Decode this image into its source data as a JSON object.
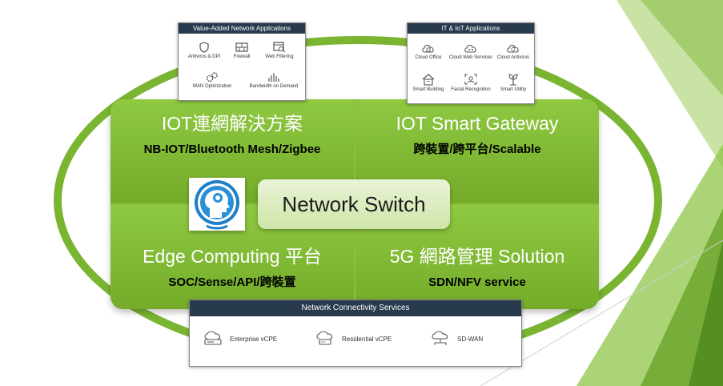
{
  "quadrants": {
    "top_left": {
      "title": "IOT連網解決方案",
      "subtitle": "NB-IOT/Bluetooth Mesh/Zigbee"
    },
    "top_right": {
      "title": "IOT Smart Gateway",
      "subtitle": "跨裝置/跨平台/Scalable"
    },
    "bottom_left": {
      "title": "Edge Computing 平台",
      "subtitle": "SOC/Sense/API/跨裝置"
    },
    "bottom_right": {
      "title": "5G 網路管理 Solution",
      "subtitle": "SDN/NFV service"
    }
  },
  "center": {
    "label": "Network Switch"
  },
  "vas_panel": {
    "title": "Value-Added Network Applications",
    "items": [
      {
        "label": "Antivirus & DPI",
        "icon": "shield-icon"
      },
      {
        "label": "Firewall",
        "icon": "brick-wall-icon"
      },
      {
        "label": "Web Filtering",
        "icon": "browser-search-icon"
      },
      {
        "label": "WAN Optimization",
        "icon": "gears-icon"
      },
      {
        "label": "Bandwidth on Demand",
        "icon": "bar-graph-icon"
      }
    ]
  },
  "iot_panel": {
    "title": "IT & IoT Applications",
    "items": [
      {
        "label": "Cloud Office",
        "icon": "cloud-document-icon"
      },
      {
        "label": "Cloud Web Services",
        "icon": "cloud-network-icon"
      },
      {
        "label": "Cloud Antivirus",
        "icon": "cloud-shield-icon"
      },
      {
        "label": "Smart Building",
        "icon": "wifi-house-icon"
      },
      {
        "label": "Facial Recognition",
        "icon": "face-scan-icon"
      },
      {
        "label": "Smart Utility",
        "icon": "plant-icon"
      }
    ]
  },
  "ncs_panel": {
    "title": "Network Connectivity Services",
    "items": [
      {
        "label": "Enterprise vCPE",
        "icon": "cloud-router-icon"
      },
      {
        "label": "Residential vCPE",
        "icon": "cloud-modem-icon"
      },
      {
        "label": "SD-WAN",
        "icon": "cloud-wan-icon"
      }
    ]
  },
  "colors": {
    "quadrant_green": "#80b935",
    "ring_green": "#7ab532",
    "panel_header": "#283a4e",
    "center_box": "#dcecc0"
  }
}
